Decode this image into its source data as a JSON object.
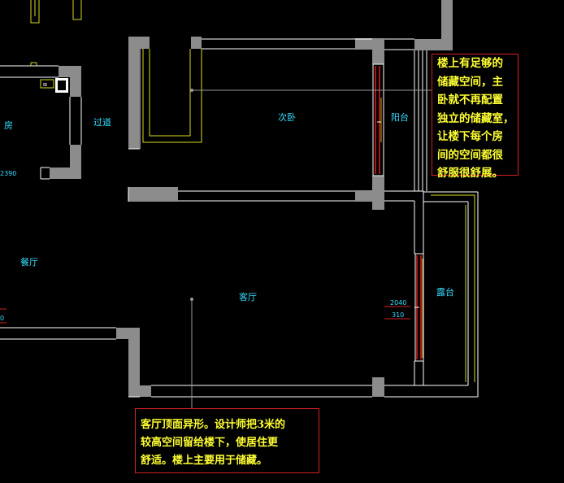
{
  "rooms": {
    "bedroom2": "次卧",
    "corridor": "过道",
    "balcony": "阳台",
    "living": "客厅",
    "terrace": "露台",
    "left_room_partial": "房",
    "dining_partial": "餐厅"
  },
  "dimensions": {
    "left_dim": "2390",
    "window_width": "2040",
    "window_height": "310",
    "edge_dim": "0"
  },
  "notes": {
    "upper_lines": [
      "楼上有足够的",
      "储藏空间，主",
      "卧就不再配置",
      "独立的储藏室，",
      "让楼下每个房",
      "间的空间都很",
      "舒服很舒展。"
    ],
    "lower_lines": [
      "客厅顶面异形。设计师把3米的",
      "较高空间留给楼下，使居住更",
      "舒适。楼上主要用于储藏。"
    ]
  },
  "colors": {
    "background": "#000000",
    "wall_line": "#ffffff",
    "wall_fill": "#8c8c8c",
    "room_label": "#33ddff",
    "note_text": "#ffff33",
    "note_border": "#d42020",
    "window": "#e02020",
    "fixture": "#d8d820"
  }
}
